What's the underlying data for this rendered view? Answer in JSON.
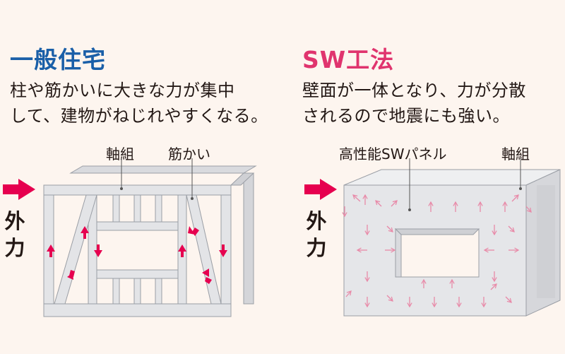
{
  "colors": {
    "background": "#fdf5ef",
    "title_left": "#1a5fa8",
    "title_right": "#e0346e",
    "accent": "#e6004f",
    "panel_arrow": "#e88aa8",
    "frame": "#e3e4e7",
    "frame_stroke": "#9a9ea5",
    "text": "#231815"
  },
  "left": {
    "title": "一般住宅",
    "desc_line1": "柱や筋かいに大きな力が集中",
    "desc_line2": "して、建物がねじれやすくなる。",
    "label_frame": "軸組",
    "label_brace": "筋かい",
    "external_force": [
      "外",
      "力"
    ]
  },
  "right": {
    "title": "SW工法",
    "desc_line1": "壁面が一体となり、力が分散",
    "desc_line2": "されるので地震にも強い。",
    "label_panel": "高性能SWパネル",
    "label_frame": "軸組",
    "external_force": [
      "外",
      "力"
    ]
  }
}
